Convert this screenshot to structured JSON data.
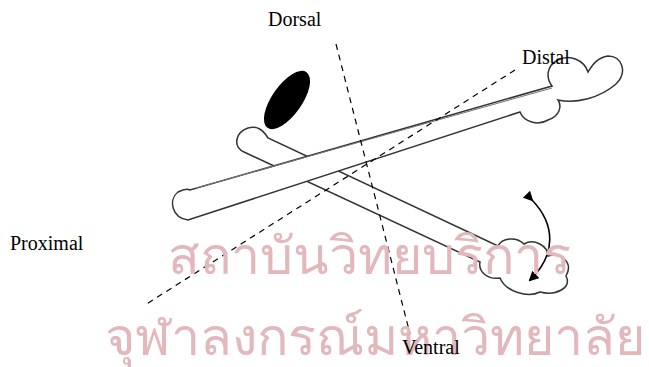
{
  "diagram": {
    "labels": [
      "Dorsal",
      "Distal",
      "Proximal",
      "Ventral",
      "สถาบันวิทยบริการ",
      "จุฬาลงกรณ์มหาวิทยาลัย"
    ]
  }
}
